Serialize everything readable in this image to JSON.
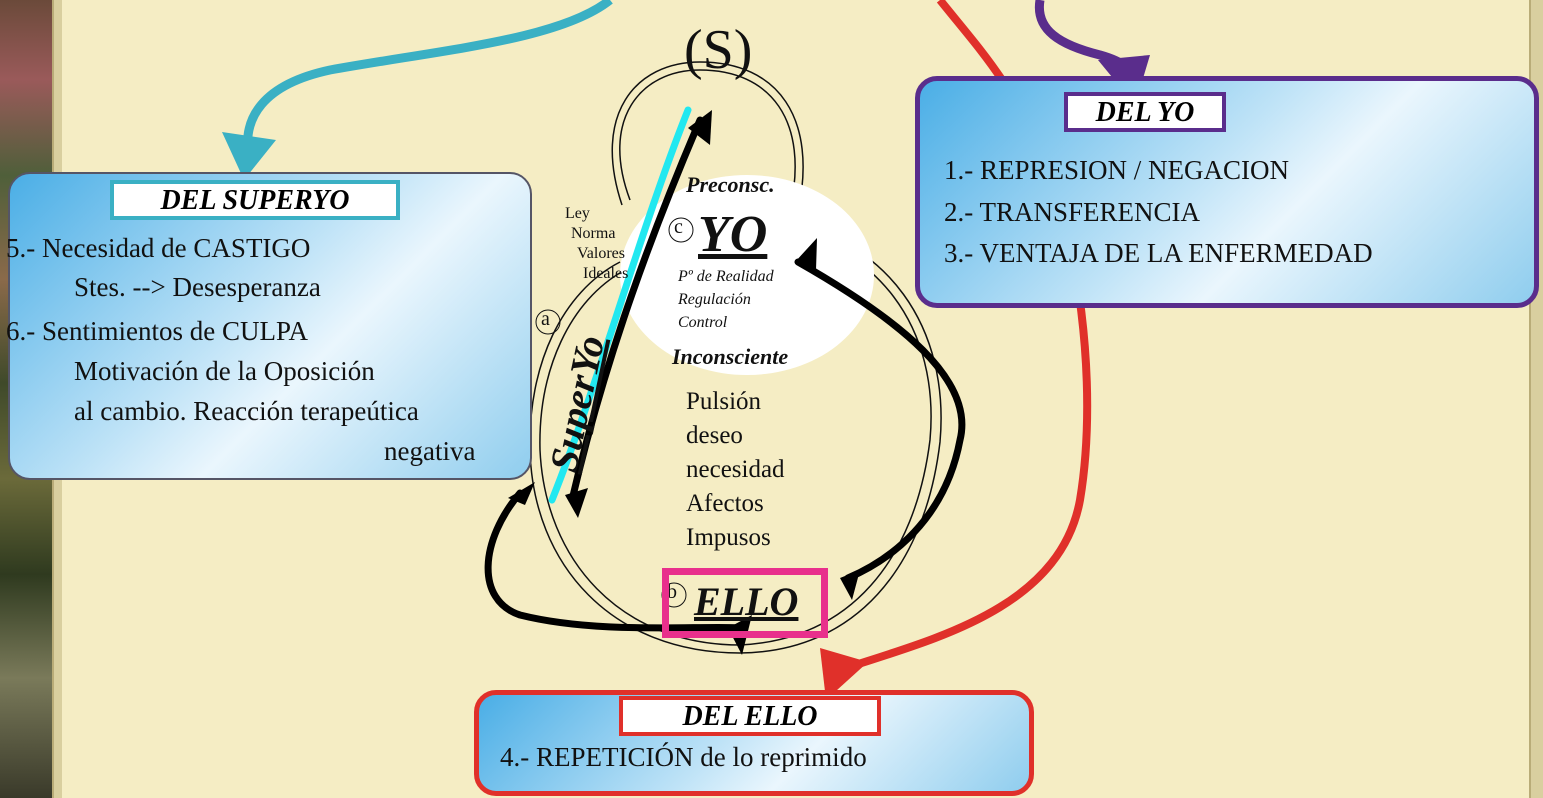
{
  "top_label": "(S)",
  "structure_labels": {
    "preconsc": "Preconsc.",
    "yo": "YO",
    "realidad": "Pº de Realidad",
    "regulacion": "Regulación",
    "control": "Control",
    "inconsciente": "Inconsciente",
    "superyo": "SuperYo",
    "ello": "ELLO",
    "marker_a": "a",
    "marker_b": "b",
    "marker_c": "c"
  },
  "superyo_values": [
    "Ley",
    "Norma",
    "Valores",
    "Ideales"
  ],
  "drives": [
    "Pulsión",
    "deseo",
    "necesidad",
    "Afectos",
    "Impusos"
  ],
  "boxes": {
    "superyo": {
      "title": "DEL SUPERYO",
      "lines": [
        "5.- Necesidad de CASTIGO",
        "Stes. --> Desesperanza",
        "6.- Sentimientos de CULPA",
        "Motivación de la Oposición",
        "al cambio. Reacción terapeútica",
        "negativa"
      ]
    },
    "yo": {
      "title": "DEL YO",
      "lines": [
        "1.- REPRESION / NEGACION",
        "2.- TRANSFERENCIA",
        "3.- VENTAJA DE LA ENFERMEDAD"
      ]
    },
    "ello": {
      "title": "DEL ELLO",
      "lines": [
        "4.- REPETICIÓN de lo reprimido"
      ]
    }
  },
  "colors": {
    "background": "#f5edc4",
    "superyo_accent": "#3ab0c4",
    "yo_accent": "#5a2d8c",
    "ello_accent": "#e0302a",
    "ello_label_border": "#e8308c",
    "cyan_path": "#22e8f0",
    "black_path": "#000000"
  }
}
